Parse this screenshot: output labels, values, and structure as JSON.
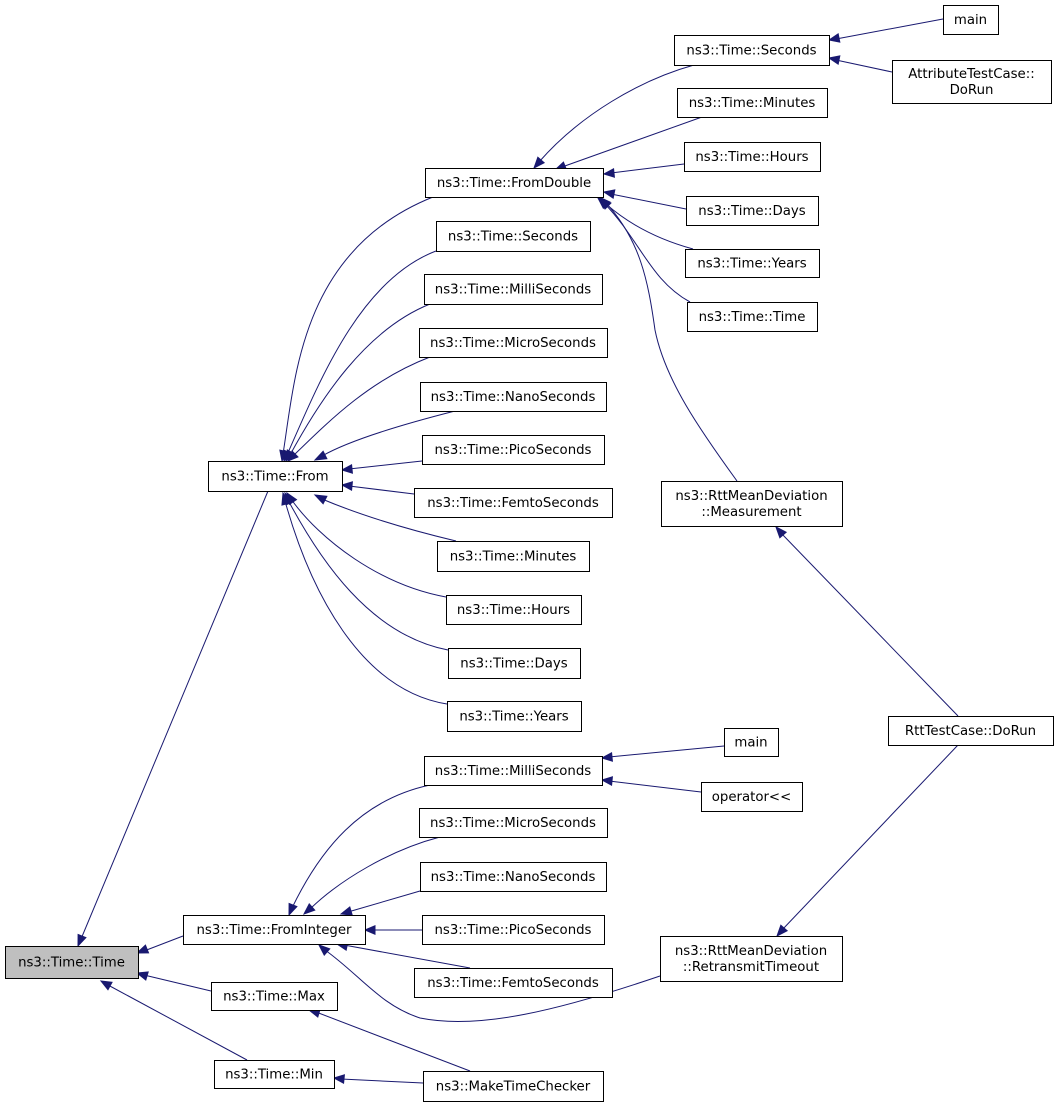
{
  "graph": {
    "type": "call-graph",
    "colors": {
      "edge": "#191970",
      "root_fill": "#bfbfbf",
      "node_fill": "#ffffff",
      "node_border": "#000000"
    },
    "nodes": [
      {
        "id": "time",
        "lines": [
          "ns3::Time::Time"
        ],
        "root": true
      },
      {
        "id": "from",
        "lines": [
          "ns3::Time::From"
        ]
      },
      {
        "id": "fromdouble",
        "lines": [
          "ns3::Time::FromDouble"
        ]
      },
      {
        "id": "fromint",
        "lines": [
          "ns3::Time::FromInteger"
        ]
      },
      {
        "id": "max",
        "lines": [
          "ns3::Time::Max"
        ]
      },
      {
        "id": "min",
        "lines": [
          "ns3::Time::Min"
        ]
      },
      {
        "id": "fd_seconds",
        "lines": [
          "ns3::Time::Seconds"
        ]
      },
      {
        "id": "fd_minutes",
        "lines": [
          "ns3::Time::Minutes"
        ]
      },
      {
        "id": "fd_hours",
        "lines": [
          "ns3::Time::Hours"
        ]
      },
      {
        "id": "fd_days",
        "lines": [
          "ns3::Time::Days"
        ]
      },
      {
        "id": "fd_years",
        "lines": [
          "ns3::Time::Years"
        ]
      },
      {
        "id": "fd_time",
        "lines": [
          "ns3::Time::Time"
        ]
      },
      {
        "id": "main1",
        "lines": [
          "main"
        ]
      },
      {
        "id": "attr_dorun",
        "lines": [
          "AttributeTestCase::",
          "DoRun"
        ]
      },
      {
        "id": "rtt_meas",
        "lines": [
          "ns3::RttMeanDeviation",
          "::Measurement"
        ]
      },
      {
        "id": "rtt_dorun",
        "lines": [
          "RttTestCase::DoRun"
        ]
      },
      {
        "id": "rtt_retx",
        "lines": [
          "ns3::RttMeanDeviation",
          "::RetransmitTimeout"
        ]
      },
      {
        "id": "f_seconds",
        "lines": [
          "ns3::Time::Seconds"
        ]
      },
      {
        "id": "f_milli",
        "lines": [
          "ns3::Time::MilliSeconds"
        ]
      },
      {
        "id": "f_micro",
        "lines": [
          "ns3::Time::MicroSeconds"
        ]
      },
      {
        "id": "f_nano",
        "lines": [
          "ns3::Time::NanoSeconds"
        ]
      },
      {
        "id": "f_pico",
        "lines": [
          "ns3::Time::PicoSeconds"
        ]
      },
      {
        "id": "f_femto",
        "lines": [
          "ns3::Time::FemtoSeconds"
        ]
      },
      {
        "id": "f_minutes",
        "lines": [
          "ns3::Time::Minutes"
        ]
      },
      {
        "id": "f_hours",
        "lines": [
          "ns3::Time::Hours"
        ]
      },
      {
        "id": "f_days",
        "lines": [
          "ns3::Time::Days"
        ]
      },
      {
        "id": "f_years",
        "lines": [
          "ns3::Time::Years"
        ]
      },
      {
        "id": "fi_milli",
        "lines": [
          "ns3::Time::MilliSeconds"
        ]
      },
      {
        "id": "fi_micro",
        "lines": [
          "ns3::Time::MicroSeconds"
        ]
      },
      {
        "id": "fi_nano",
        "lines": [
          "ns3::Time::NanoSeconds"
        ]
      },
      {
        "id": "fi_pico",
        "lines": [
          "ns3::Time::PicoSeconds"
        ]
      },
      {
        "id": "fi_femto",
        "lines": [
          "ns3::Time::FemtoSeconds"
        ]
      },
      {
        "id": "main2",
        "lines": [
          "main"
        ]
      },
      {
        "id": "oplt",
        "lines": [
          "operator<<"
        ]
      },
      {
        "id": "mtc",
        "lines": [
          "ns3::MakeTimeChecker"
        ]
      }
    ],
    "edges": [
      {
        "from": "from",
        "to": "time"
      },
      {
        "from": "fromint",
        "to": "time"
      },
      {
        "from": "max",
        "to": "time"
      },
      {
        "from": "min",
        "to": "time"
      },
      {
        "from": "fromdouble",
        "to": "from"
      },
      {
        "from": "f_seconds",
        "to": "from"
      },
      {
        "from": "f_milli",
        "to": "from"
      },
      {
        "from": "f_micro",
        "to": "from"
      },
      {
        "from": "f_nano",
        "to": "from"
      },
      {
        "from": "f_pico",
        "to": "from"
      },
      {
        "from": "f_femto",
        "to": "from"
      },
      {
        "from": "f_minutes",
        "to": "from"
      },
      {
        "from": "f_hours",
        "to": "from"
      },
      {
        "from": "f_days",
        "to": "from"
      },
      {
        "from": "f_years",
        "to": "from"
      },
      {
        "from": "fd_seconds",
        "to": "fromdouble"
      },
      {
        "from": "fd_minutes",
        "to": "fromdouble"
      },
      {
        "from": "fd_hours",
        "to": "fromdouble"
      },
      {
        "from": "fd_days",
        "to": "fromdouble"
      },
      {
        "from": "fd_years",
        "to": "fromdouble"
      },
      {
        "from": "fd_time",
        "to": "fromdouble"
      },
      {
        "from": "rtt_meas",
        "to": "fromdouble"
      },
      {
        "from": "main1",
        "to": "fd_seconds"
      },
      {
        "from": "attr_dorun",
        "to": "fd_seconds"
      },
      {
        "from": "rtt_dorun",
        "to": "rtt_meas"
      },
      {
        "from": "rtt_dorun",
        "to": "rtt_retx"
      },
      {
        "from": "fi_milli",
        "to": "fromint"
      },
      {
        "from": "fi_micro",
        "to": "fromint"
      },
      {
        "from": "fi_nano",
        "to": "fromint"
      },
      {
        "from": "fi_pico",
        "to": "fromint"
      },
      {
        "from": "fi_femto",
        "to": "fromint"
      },
      {
        "from": "rtt_retx",
        "to": "fromint"
      },
      {
        "from": "main2",
        "to": "fi_milli"
      },
      {
        "from": "oplt",
        "to": "fi_milli"
      },
      {
        "from": "mtc",
        "to": "max"
      },
      {
        "from": "mtc",
        "to": "min"
      }
    ]
  }
}
